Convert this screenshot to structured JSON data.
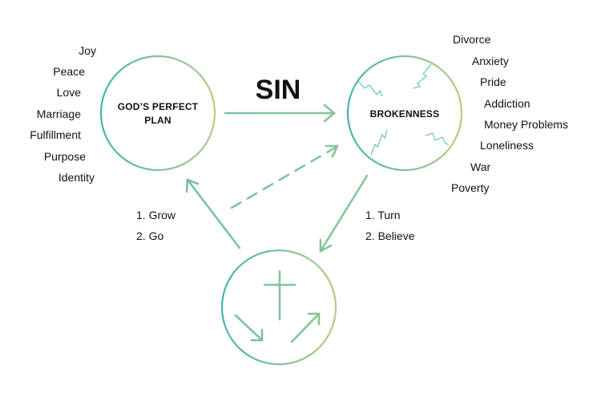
{
  "left_circle": {
    "line1": "GOD’S PERFECT",
    "line2": "PLAN"
  },
  "right_circle": {
    "label": "BROKENNESS"
  },
  "sin_label": "SIN",
  "left_list": [
    "Joy",
    "Peace",
    "Love",
    "Marriage",
    "Fulfillment",
    "Purpose",
    "Identity"
  ],
  "right_list": [
    "Divorce",
    "Anxiety",
    "Pride",
    "Addiction",
    "Money Problems",
    "Loneliness",
    "War",
    "Poverty"
  ],
  "grow_go": [
    "1. Grow",
    "2. Go"
  ],
  "turn_believe": [
    "1. Turn",
    "2. Believe"
  ],
  "icons": {
    "bottom_circle": "cross-icon"
  },
  "colors": {
    "teal": "#4cb8b0",
    "green": "#a8c97f",
    "text": "#111111"
  }
}
